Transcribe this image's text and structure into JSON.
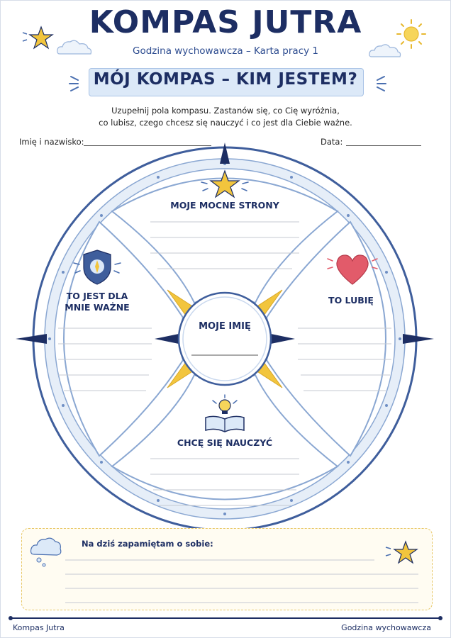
{
  "header": {
    "title": "KOMPAS JUTRA",
    "subtitle": "Godzina wychowawcza – Karta pracy 1",
    "banner": "MÓJ KOMPAS – KIM JESTEM?"
  },
  "instructions": {
    "line1": "Uzupełnij pola kompasu. Zastanów się, co Cię wyróżnia,",
    "line2": "co lubisz, czego chcesz się nauczyć i co jest dla Ciebie ważne."
  },
  "fields": {
    "name_label": "Imię i nazwisko:",
    "date_label": "Data:"
  },
  "compass": {
    "top": "MOJE MOCNE STRONY",
    "left_line1": "TO JEST DLA",
    "left_line2": "MNIE WAŻNE",
    "right": "TO LUBIĘ",
    "bottom": "CHCĘ SIĘ NAUCZYĆ",
    "center": "MOJE IMIĘ"
  },
  "note": {
    "label": "Na dziś zapamiętam o sobie:"
  },
  "footer": {
    "left": "Kompas Jutra",
    "right": "Godzina wychowawcza"
  },
  "colors": {
    "navy": "#1d2e63",
    "light_blue": "#dce9f8",
    "gold": "#f2c53d",
    "heart": "#e25b6a"
  },
  "icons": [
    "star-icon",
    "sun-icon",
    "cloud-icon",
    "shield-compass-icon",
    "heart-icon",
    "book-bulb-icon",
    "thought-cloud-icon"
  ]
}
